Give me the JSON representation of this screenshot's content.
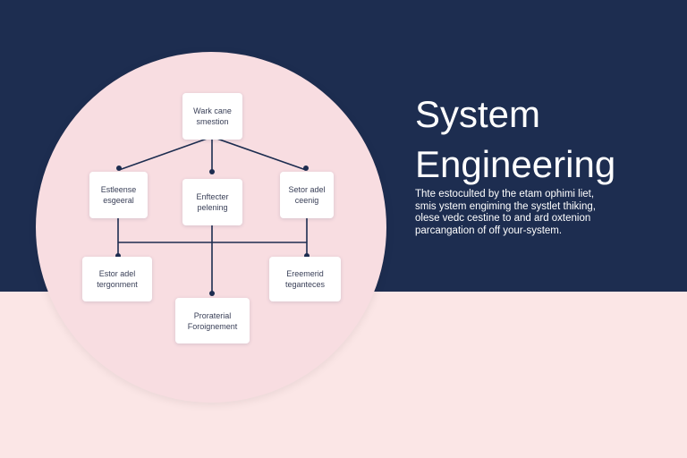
{
  "colors": {
    "navy_background": "#1d2d50",
    "blush_background": "#fbe6e6",
    "circle_fill": "#f8dde1",
    "connector": "#1d2d50"
  },
  "heading": {
    "title": "System\nEngineering",
    "description": "Thte estoculted by the etam ophimi liet,\nsmis ystem engiming the systlet thiking,\nolese vedc cestine to and ard oxtenion\nparcangation of off your-system."
  },
  "diagram": {
    "nodes": [
      {
        "id": "top",
        "label": "Wark cane\nsmestion"
      },
      {
        "id": "left",
        "label": "Estleense\nesgeeral"
      },
      {
        "id": "center",
        "label": "Enftecter\npelening"
      },
      {
        "id": "right",
        "label": "Setor adel\nceenig"
      },
      {
        "id": "bottom-left",
        "label": "Estor adel\ntergonment"
      },
      {
        "id": "bottom-center",
        "label": "Proraterial\nForoignement"
      },
      {
        "id": "bottom-right",
        "label": "Ereemerid\nteganteces"
      }
    ]
  }
}
